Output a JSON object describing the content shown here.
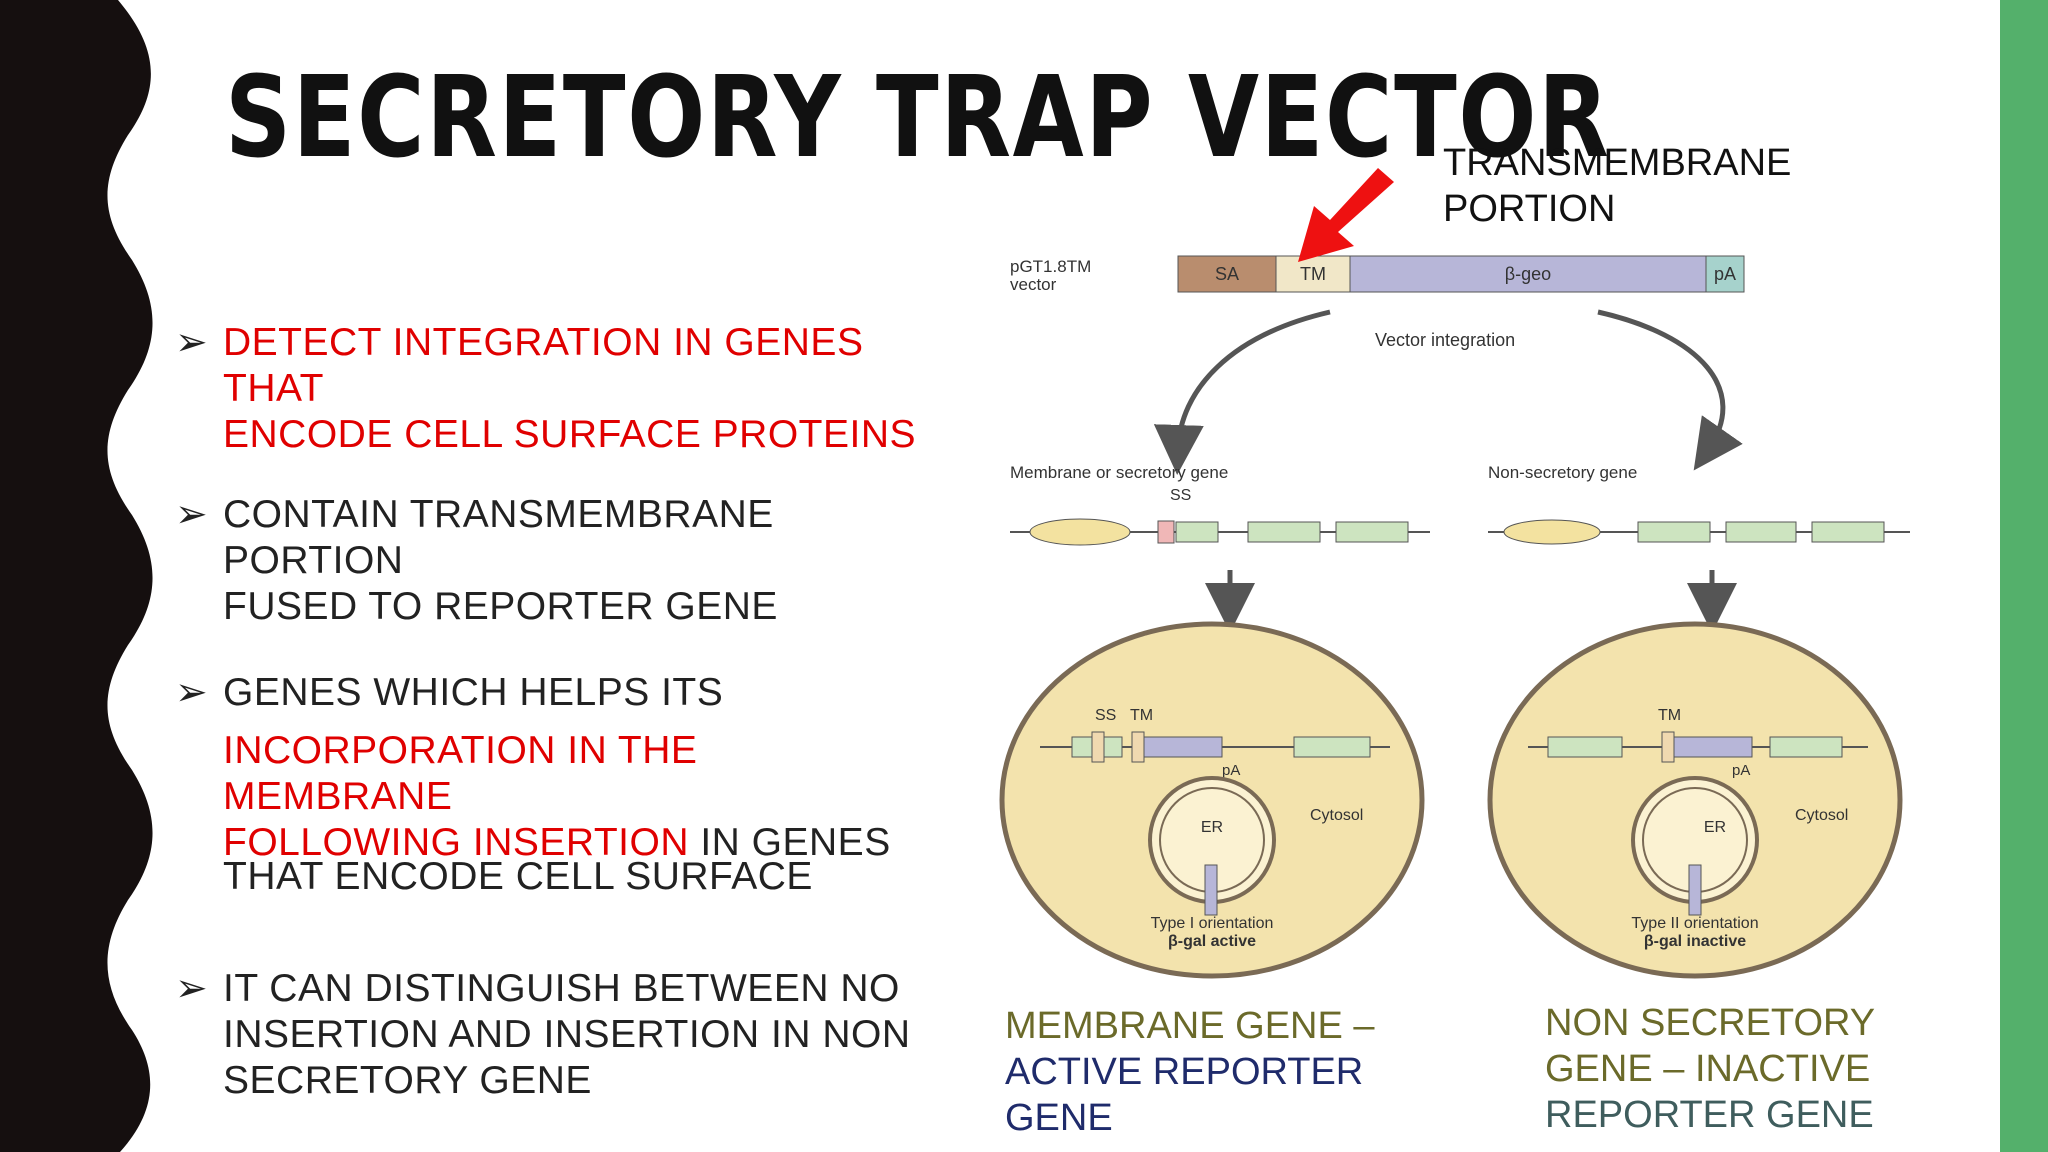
{
  "slide": {
    "title": "SECRETORY TRAP VECTOR",
    "bullet_marker": "➢",
    "bullets": {
      "b1_line1": "DETECT INTEGRATION IN GENES THAT",
      "b1_line2": "ENCODE CELL SURFACE PROTEINS",
      "b2_line1": "CONTAIN TRANSMEMBRANE PORTION",
      "b2_line2": "FUSED TO REPORTER GENE",
      "b3_line1": "GENES WHICH HELPS ITS",
      "b3_red_a": "INCORPORATION IN THE MEMBRANE",
      "b3_red_b": "FOLLOWING INSERTION",
      "b3_rest_b": " IN GENES",
      "b3_line4": "THAT ENCODE CELL SURFACE",
      "b4_line1": "IT CAN DISTINGUISH BETWEEN NO",
      "b4_line2": "INSERTION AND INSERTION IN NON",
      "b4_line3": "SECRETORY GENE"
    },
    "callout": {
      "line1": "TRANSMEMBRANE",
      "line2": "PORTION"
    },
    "captions": {
      "left_line1": "MEMBRANE GENE –",
      "left_line2": "ACTIVE REPORTER",
      "left_line3": "GENE",
      "right_line1": "NON SECRETORY",
      "right_line2": "GENE – INACTIVE",
      "right_line3": "REPORTER GENE"
    },
    "colors": {
      "accent_red": "#e00000",
      "green_bar": "#54b06b",
      "caption_olive": "#6b6a2a",
      "caption_navy": "#1f2b6b"
    }
  },
  "diagram": {
    "vector_label_1": "pGT1.8TM",
    "vector_label_2": "vector",
    "seg_sa": "SA",
    "seg_tm": "TM",
    "seg_bgeo": "β-geo",
    "seg_pa": "pA",
    "vector_integration": "Vector integration",
    "left_gene_label": "Membrane or secretory gene",
    "ss_label": "SS",
    "right_gene_label": "Non-secretory gene",
    "cell_tm": "TM",
    "cell_pa": "pA",
    "cell_ss": "SS",
    "er": "ER",
    "cytosol": "Cytosol",
    "left_orientation_1": "Type I orientation",
    "left_orientation_2": "β-gal active",
    "right_orientation_1": "Type II orientation",
    "right_orientation_2": "β-gal inactive"
  }
}
